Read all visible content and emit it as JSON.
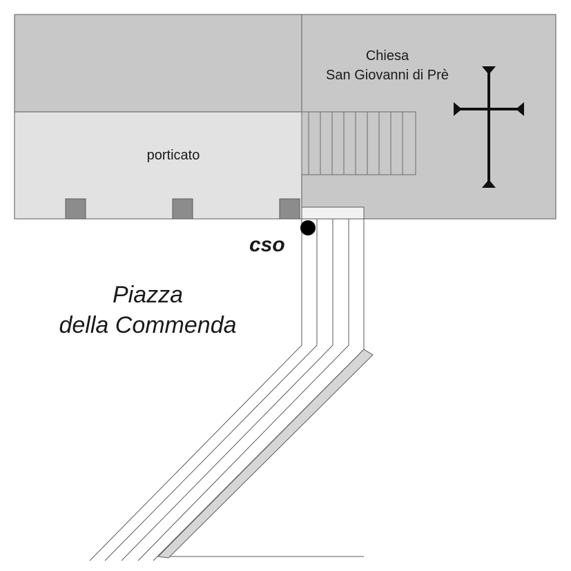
{
  "labels": {
    "church_line1": "Chiesa",
    "church_line2": "San Giovanni di Prè",
    "portico": "porticato",
    "marker": "cso",
    "piazza_line1": "Piazza",
    "piazza_line2": "della Commenda"
  },
  "colors": {
    "building_dark": "#c8c8c8",
    "portico_light": "#e2e2e2",
    "pillar": "#8c8c8c",
    "outline": "#5a5a5a",
    "marker": "#000000",
    "ramp_edge": "#d6d6d6"
  },
  "symbols": {
    "church": "cross-icon",
    "marker": "point-marker-icon"
  }
}
